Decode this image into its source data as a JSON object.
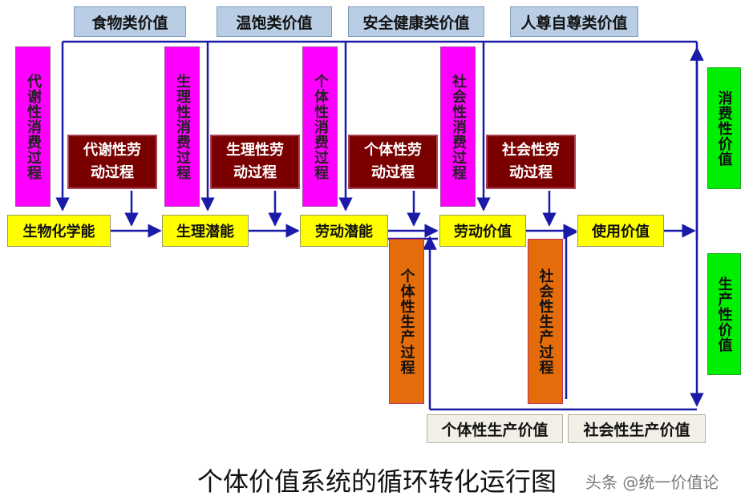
{
  "top_labels": [
    "食物类价值",
    "温饱类价值",
    "安全健康类价值",
    "人尊自尊类价值"
  ],
  "consumption_processes": [
    "代谢性消费过程",
    "生理性消费过程",
    "个体性消费过程",
    "社会性消费过程"
  ],
  "labor_processes": [
    "代谢性劳动过程",
    "生理性劳动过程",
    "个体性劳动过程",
    "社会性劳动过程"
  ],
  "chain": [
    "生物化学能",
    "生理潜能",
    "劳动潜能",
    "劳动价值",
    "使用价值"
  ],
  "production_processes": [
    "个体性生产过程",
    "社会性生产过程"
  ],
  "bottom_labels": [
    "个体性生产价值",
    "社会性生产价值"
  ],
  "right_labels": [
    "消费性价值",
    "生产性价值"
  ],
  "caption": "个体价值系统的循环转化运行图",
  "watermark": "头条 @统一价值论",
  "colors": {
    "arrow": "#1a1aa8",
    "top_label_fill": "#b9cde5",
    "consumption_fill": "#ff00ff",
    "labor_fill": "#7a0000",
    "chain_fill": "#ffff00",
    "production_fill": "#e46c0a",
    "right_label_fill": "#00ee00",
    "bottom_label_fill": "#f2efe6"
  }
}
